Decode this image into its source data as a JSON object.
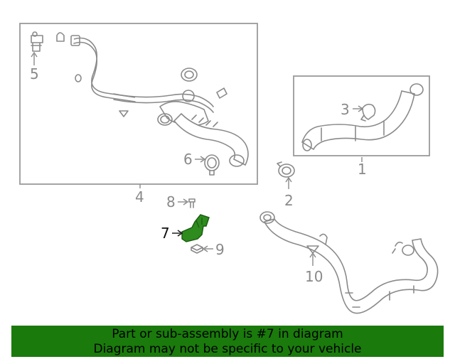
{
  "callouts": {
    "c1": "1",
    "c2": "2",
    "c3": "3",
    "c4": "4",
    "c5": "5",
    "c6": "6",
    "c7": "7",
    "c8": "8",
    "c9": "9",
    "c10": "10"
  },
  "highlight": {
    "part": "7",
    "color": "#2e8b1e"
  },
  "banner": {
    "line1": "Part or sub-assembly is #7 in diagram",
    "line2": "Diagram may not be specific to your vehicle",
    "color": "#1a7a0c"
  }
}
